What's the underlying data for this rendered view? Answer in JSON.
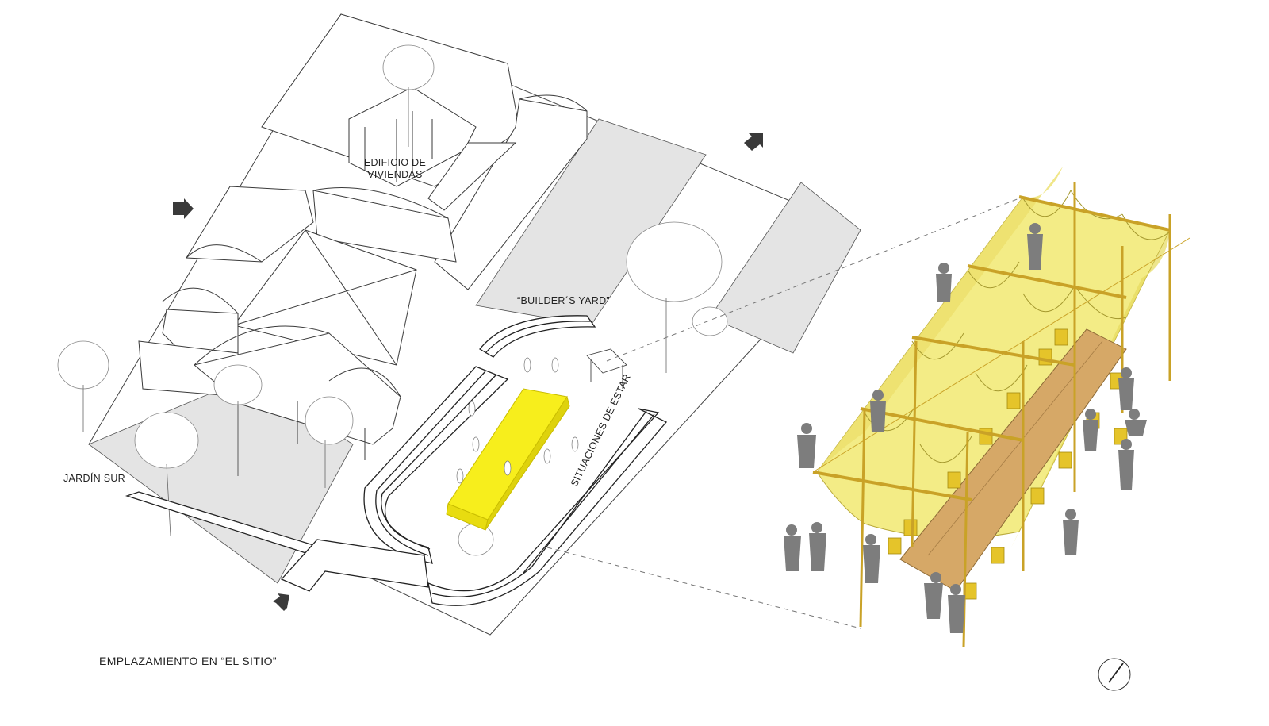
{
  "labels": {
    "edificio_line1": "EDIFICIO DE",
    "edificio_line2": "VIVIENDAS",
    "builders_yard": "“BUILDER´S YARD”",
    "situaciones": "SITUACIONES DE ESTAR",
    "jardin_sur": "JARDÍN SUR"
  },
  "title": "EMPLAZAMIENTO EN “EL SITIO”",
  "colors": {
    "line": "#333333",
    "ground_grey": "#e4e4e4",
    "highlight_yellow": "#f7ee1c",
    "canopy_yellow": "#f3ec86",
    "pole_gold": "#c9a227",
    "table_wood": "#d6a867",
    "person_grey": "#7d7d7d",
    "arrow": "#3a3a3a"
  },
  "icons": {
    "entry_arrow": "entry-arrow-icon",
    "north": "north-arrow-icon"
  }
}
